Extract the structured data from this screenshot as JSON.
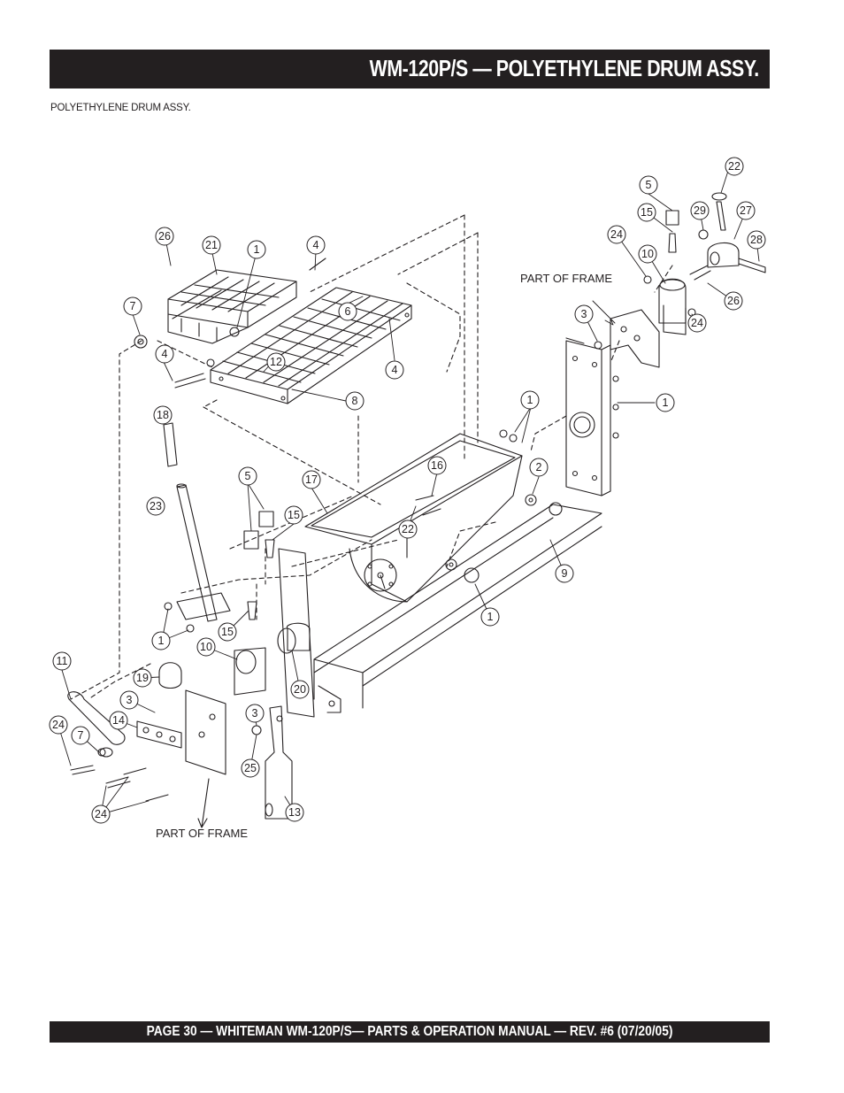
{
  "header": {
    "title": "WM-120P/S — POLYETHYLENE DRUM ASSY."
  },
  "subtitle": "POLYETHYLENE DRUM ASSY.",
  "footer": {
    "text": "PAGE 30 — WHITEMAN WM-120P/S— PARTS & OPERATION MANUAL — REV. #6 (07/20/05)"
  },
  "diagram": {
    "labels": {
      "frame_top": "PART OF FRAME",
      "frame_bottom": "PART OF FRAME"
    },
    "callouts": [
      {
        "id": "c1",
        "n": "26"
      },
      {
        "id": "c2",
        "n": "21"
      },
      {
        "id": "c3",
        "n": "1"
      },
      {
        "id": "c4",
        "n": "4"
      },
      {
        "id": "c5",
        "n": "7"
      },
      {
        "id": "c6",
        "n": "6"
      },
      {
        "id": "c7",
        "n": "4"
      },
      {
        "id": "c8",
        "n": "12"
      },
      {
        "id": "c9",
        "n": "4"
      },
      {
        "id": "c10",
        "n": "8"
      },
      {
        "id": "c11",
        "n": "18"
      },
      {
        "id": "c12",
        "n": "23"
      },
      {
        "id": "c13",
        "n": "5"
      },
      {
        "id": "c14",
        "n": "17"
      },
      {
        "id": "c15",
        "n": "15"
      },
      {
        "id": "c16",
        "n": "16"
      },
      {
        "id": "c17",
        "n": "22"
      },
      {
        "id": "c18",
        "n": "1"
      },
      {
        "id": "c19",
        "n": "2"
      },
      {
        "id": "c20",
        "n": "9"
      },
      {
        "id": "c21",
        "n": "1"
      },
      {
        "id": "c22",
        "n": "1"
      },
      {
        "id": "c23",
        "n": "15"
      },
      {
        "id": "c24",
        "n": "10"
      },
      {
        "id": "c25",
        "n": "11"
      },
      {
        "id": "c26",
        "n": "19"
      },
      {
        "id": "c27",
        "n": "3"
      },
      {
        "id": "c28",
        "n": "14"
      },
      {
        "id": "c29",
        "n": "24"
      },
      {
        "id": "c30",
        "n": "7"
      },
      {
        "id": "c31",
        "n": "20"
      },
      {
        "id": "c32",
        "n": "3"
      },
      {
        "id": "c33",
        "n": "25"
      },
      {
        "id": "c34",
        "n": "24"
      },
      {
        "id": "c35",
        "n": "13"
      },
      {
        "id": "c36",
        "n": "5"
      },
      {
        "id": "c37",
        "n": "15"
      },
      {
        "id": "c38",
        "n": "22"
      },
      {
        "id": "c39",
        "n": "29"
      },
      {
        "id": "c40",
        "n": "27"
      },
      {
        "id": "c41",
        "n": "24"
      },
      {
        "id": "c42",
        "n": "28"
      },
      {
        "id": "c43",
        "n": "10"
      },
      {
        "id": "c44",
        "n": "26"
      },
      {
        "id": "c45",
        "n": "24"
      },
      {
        "id": "c46",
        "n": "3"
      },
      {
        "id": "c47",
        "n": "1"
      },
      {
        "id": "c48",
        "n": "1"
      }
    ]
  }
}
